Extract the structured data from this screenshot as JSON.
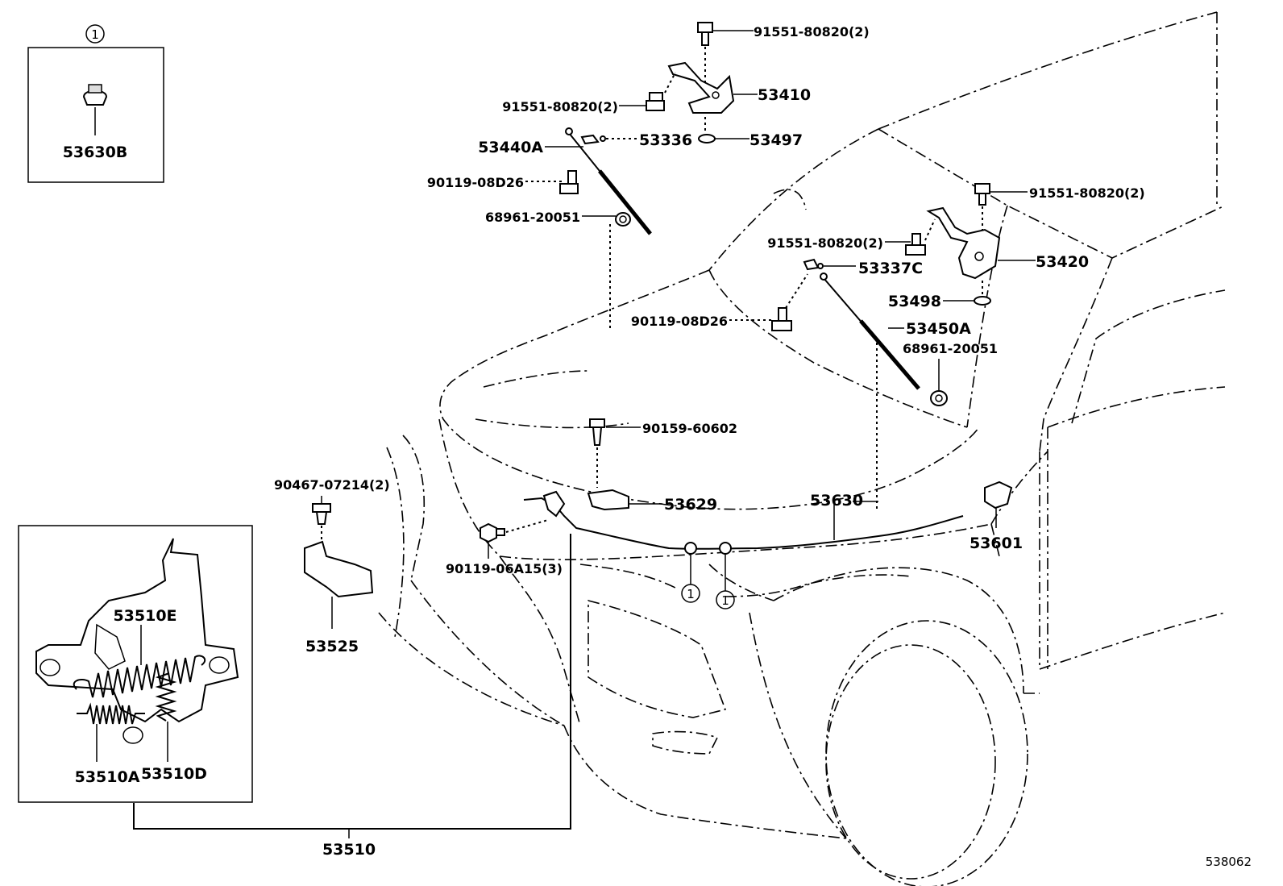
{
  "figure_id": "538062",
  "callout_marker": "1",
  "labels": {
    "l_91551_top": "91551-80820(2)",
    "l_53410": "53410",
    "l_91551_left": "91551-80820(2)",
    "l_53497": "53497",
    "l_53440A": "53440A",
    "l_53336": "53336",
    "l_90119_08D26_left": "90119-08D26",
    "l_68961_left": "68961-20051",
    "l_53630B": "53630B",
    "l_91551_right_top": "91551-80820(2)",
    "l_91551_right_mid": "91551-80820(2)",
    "l_53420": "53420",
    "l_53337C": "53337C",
    "l_53498": "53498",
    "l_90119_08D26_right": "90119-08D26",
    "l_53450A": "53450A",
    "l_68961_right": "68961-20051",
    "l_90159": "90159-60602",
    "l_90467": "90467-07214(2)",
    "l_53629": "53629",
    "l_53630": "53630",
    "l_53601": "53601",
    "l_90119_06A15": "90119-06A15(3)",
    "l_53525": "53525",
    "l_53510E": "53510E",
    "l_53510A": "53510A",
    "l_53510D": "53510D",
    "l_53510": "53510"
  }
}
